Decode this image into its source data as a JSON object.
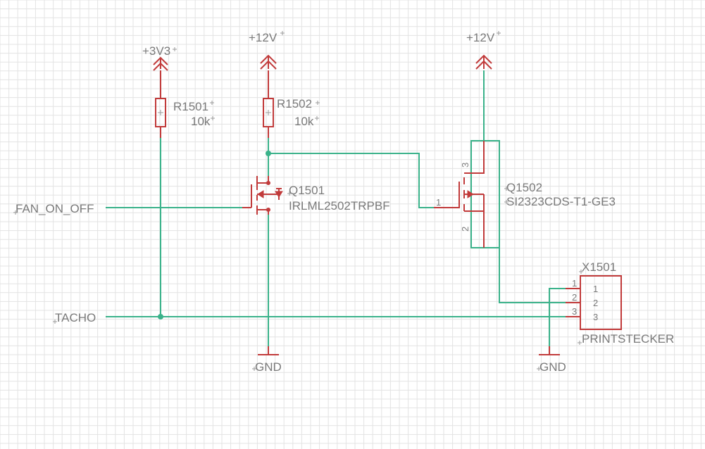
{
  "symbols": {
    "pwr_3v3": "+3V3",
    "pwr_12v_left": "+12V",
    "pwr_12v_right": "+12V",
    "gnd_left": "GND",
    "gnd_right": "GND"
  },
  "nets": {
    "fan_on_off": "FAN_ON_OFF",
    "tacho": "TACHO"
  },
  "components": {
    "r1501": {
      "name": "R1501",
      "value": "10k"
    },
    "r1502": {
      "name": "R1502",
      "value": "10k"
    },
    "q1501": {
      "name": "Q1501",
      "value": "IRLML2502TRPBF"
    },
    "q1502": {
      "name": "Q1502",
      "value": "SI2323CDS-T1-GE3",
      "pins": {
        "gate": "1",
        "source": "2",
        "drain": "3"
      }
    },
    "x1501": {
      "name": "X1501",
      "value": "PRINTSTECKER",
      "pins": [
        "1",
        "2",
        "3"
      ],
      "body_pins": [
        "1",
        "2",
        "3"
      ]
    }
  },
  "colors": {
    "wire": "#3ab28a",
    "component": "#c13a3a",
    "text": "#7a7a7a",
    "grid": "#e3e3e3"
  }
}
